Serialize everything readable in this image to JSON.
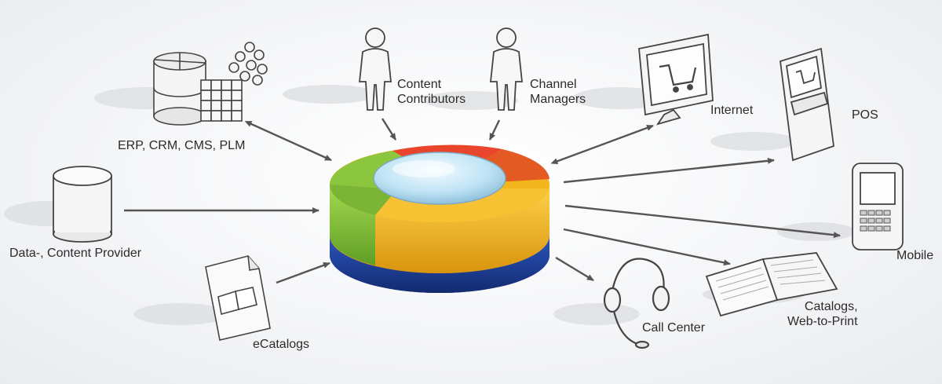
{
  "hub": {
    "colors": {
      "green": "#8cc63f",
      "yellow": "#f2b51c",
      "red": "#e8452c",
      "blue": "#1f3f9a",
      "dome": "#bfe3f5"
    }
  },
  "labels": {
    "erp": "ERP, CRM, CMS, PLM",
    "content_contributors": "Content\nContributors",
    "channel_managers": "Channel\nManagers",
    "data_content_provider": "Data-, Content Provider",
    "ecatalogs": "eCatalogs",
    "internet": "Internet",
    "pos": "POS",
    "mobile": "Mobile",
    "call_center": "Call Center",
    "catalogs_web_to_print": "Catalogs,\nWeb-to-Print"
  }
}
